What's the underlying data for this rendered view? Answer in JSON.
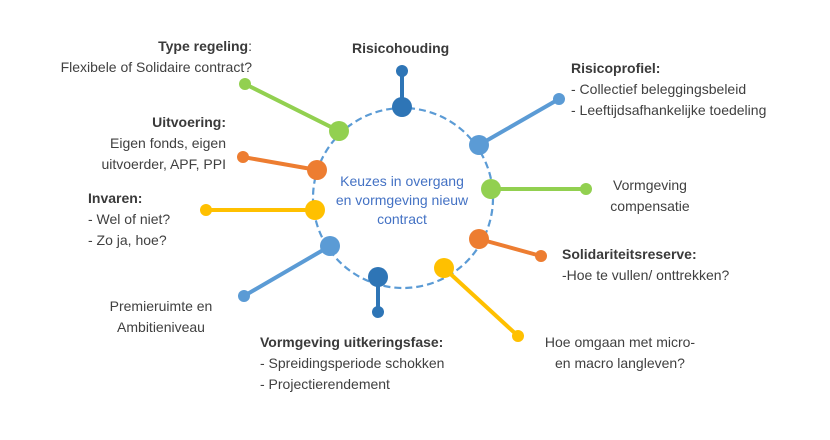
{
  "center": {
    "line1": "Keuzes in overgang",
    "line2": "en vormgeving nieuw",
    "line3": "contract"
  },
  "colors": {
    "ring": "#5b9bd5",
    "blue": "#5b9bd5",
    "green": "#92d050",
    "orange": "#ed7d31",
    "yellow": "#ffc000",
    "navy": "#2e75b6"
  },
  "labels": {
    "risicohouding": {
      "title": "Risicohouding"
    },
    "type_regeling": {
      "title": "Type regeling",
      "suffix": ":",
      "line1": "Flexibele of Solidaire contract?"
    },
    "risicoprofiel": {
      "title": "Risicoprofiel:",
      "item1": "-  Collectief beleggingsbeleid",
      "item2": "-  Leeftijdsafhankelijke toedeling"
    },
    "uitvoering": {
      "title": "Uitvoering:",
      "line1": "Eigen fonds, eigen",
      "line2": "uitvoerder, APF, PPI"
    },
    "vormgeving_compensatie": {
      "line1": "Vormgeving",
      "line2": "compensatie"
    },
    "invaren": {
      "title": "Invaren:",
      "item1": "-  Wel of niet?",
      "item2": "-  Zo ja, hoe?"
    },
    "solidariteitsreserve": {
      "title": "Solidariteitsreserve:",
      "line1": "-Hoe te vullen/ onttrekken?"
    },
    "premieruimte": {
      "line1": "Premieruimte en",
      "line2": "Ambitieniveau"
    },
    "langleven": {
      "line1": "Hoe omgaan met micro-",
      "line2": "en macro langleven?"
    },
    "uitkeringsfase": {
      "title": "Vormgeving uitkeringsfase:",
      "item1": "-  Spreidingsperiode schokken",
      "item2": "-  Projectierendement"
    }
  },
  "spokes": [
    {
      "name": "spoke-risicohouding",
      "color": "navy"
    },
    {
      "name": "spoke-risicoprofiel",
      "color": "blue"
    },
    {
      "name": "spoke-vormgeving-compensatie",
      "color": "green"
    },
    {
      "name": "spoke-solidariteitsreserve",
      "color": "orange"
    },
    {
      "name": "spoke-langleven",
      "color": "yellow"
    },
    {
      "name": "spoke-uitkeringsfase",
      "color": "navy"
    },
    {
      "name": "spoke-premieruimte",
      "color": "blue"
    },
    {
      "name": "spoke-invaren",
      "color": "yellow"
    },
    {
      "name": "spoke-uitvoering",
      "color": "orange"
    },
    {
      "name": "spoke-type-regeling",
      "color": "green"
    }
  ]
}
